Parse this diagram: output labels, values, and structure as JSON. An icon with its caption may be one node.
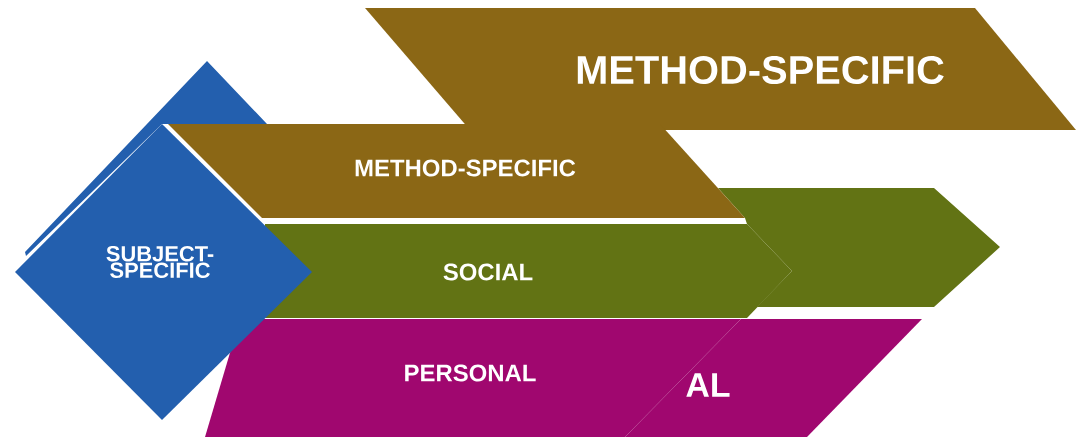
{
  "diagram": {
    "nodes": [
      {
        "text": [
          "METHOD-SPECIFIC"
        ]
      },
      {
        "text": [],
        "shape": "diamond"
      },
      {
        "text": [
          "SUBJECT-SPECIFIC"
        ]
      },
      {
        "text": [
          "METHOD-SPECIFIC"
        ]
      },
      {
        "text": [],
        "shape": "pentagon"
      },
      {
        "text": [
          "SOCIAL"
        ]
      },
      {
        "text": [
          "PERSONAL"
        ]
      },
      {
        "text": [
          "AL"
        ]
      }
    ]
  }
}
